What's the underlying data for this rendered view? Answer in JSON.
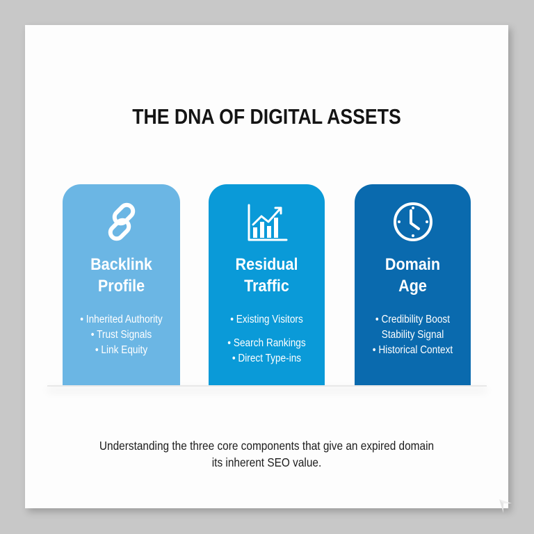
{
  "title": "THE DNA OF DIGITAL ASSETS",
  "colors": {
    "background": "#c8c8c8",
    "paper": "#fdfdfd",
    "card_1": "#6bb6e4",
    "card_2": "#0a9ad8",
    "card_3": "#0a6aae",
    "text_dark": "#141414"
  },
  "cards": [
    {
      "icon": "chain-link-icon",
      "heading_line1": "Backlink",
      "heading_line2": "Profile",
      "bullets": [
        "• Inherited Authority",
        "• Trust Signals",
        "• Link Equity"
      ]
    },
    {
      "icon": "growth-chart-icon",
      "heading_line1": "Residual",
      "heading_line2": "Traffic",
      "bullets": [
        "• Existing Visitors",
        "• Search Rankings",
        "• Direct Type-ins"
      ]
    },
    {
      "icon": "clock-icon",
      "heading_line1": "Domain",
      "heading_line2": "Age",
      "bullets": [
        "• Credibility Boost",
        "Stability Signal",
        "• Historical Context"
      ]
    }
  ],
  "caption_line1": "Understanding the three core components that give an expired domain",
  "caption_line2": "its inherent SEO value."
}
